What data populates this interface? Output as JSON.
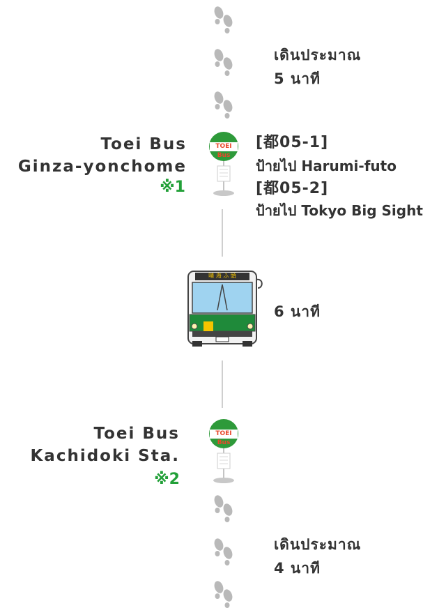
{
  "walk_segments": [
    {
      "label": "เดินประมาณ",
      "duration": "5 นาที"
    },
    {
      "label": "เดินประมาณ",
      "duration": "4 นาที"
    }
  ],
  "stops": [
    {
      "name_line1": "Toei Bus",
      "name_line2": "Ginza-yonchome",
      "note": "※1",
      "sign_text": "TOEI Bus"
    },
    {
      "name_line1": "Toei Bus",
      "name_line2": "Kachidoki Sta.",
      "note": "※2",
      "sign_text": "TOEI Bus"
    }
  ],
  "routes": [
    {
      "code": "[都05-1]",
      "destination": "ป้ายไป  Harumi-futo"
    },
    {
      "code": "[都05-2]",
      "destination": "ป้ายไป  Tokyo Big Sight"
    }
  ],
  "bus_ride": {
    "duration": "6 นาที"
  },
  "bus_sign_text": "晴 海 ふ 頭",
  "colors": {
    "accent_green": "#22a038",
    "sign_green": "#2e9a3a",
    "sign_red": "#e8492c",
    "line_gray": "#cfcfcf",
    "footprint_gray": "#b9b9b9"
  }
}
